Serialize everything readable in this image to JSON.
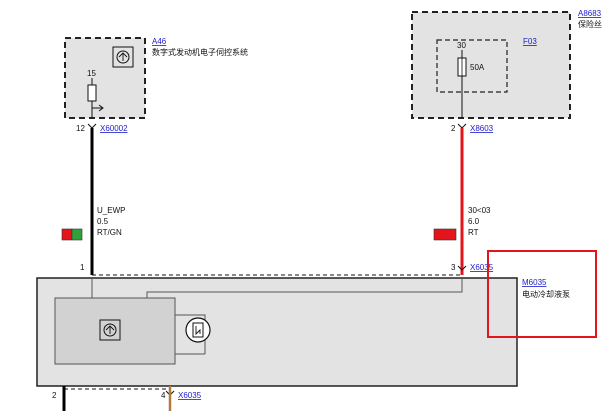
{
  "colors": {
    "box_fill": "#e3e3e3",
    "wire_black": "#000000",
    "wire_red": "#e3141c",
    "wire_brown": "#b07a3a",
    "swatch_red": "#e3141c",
    "swatch_green": "#2fa23a",
    "highlight": "#e3141c",
    "link": "#1a1acc"
  },
  "components": {
    "a46": {
      "id": "A46",
      "desc": "数字式发动机电子伺控系统",
      "pin_label": "15",
      "icon": "motor-symbol-icon"
    },
    "a8683": {
      "id": "A8683",
      "desc": "保险丝",
      "fuse_pin": "30",
      "fuse_id": "F03",
      "fuse_rating": "50A"
    },
    "m6035": {
      "id": "M6035",
      "desc": "电动冷却液泵",
      "icons": [
        "control-unit-icon",
        "pump-motor-icon"
      ]
    }
  },
  "connectors": {
    "a46_out": {
      "pin": "12",
      "id": "X60002"
    },
    "a8683_out": {
      "pin": "2",
      "id": "X8603"
    },
    "m6035_in1": {
      "pin": "1"
    },
    "m6035_in3": {
      "pin": "3",
      "id": "X6035"
    },
    "m6035_bot2": {
      "pin": "2"
    },
    "m6035_bot4": {
      "pin": "4",
      "id": "X6035"
    }
  },
  "wires": {
    "left": {
      "signal": "U_EWP",
      "size": "0.5",
      "color_code": "RT/GN"
    },
    "right": {
      "signal": "30<03",
      "size": "6.0",
      "color_code": "RT"
    }
  }
}
